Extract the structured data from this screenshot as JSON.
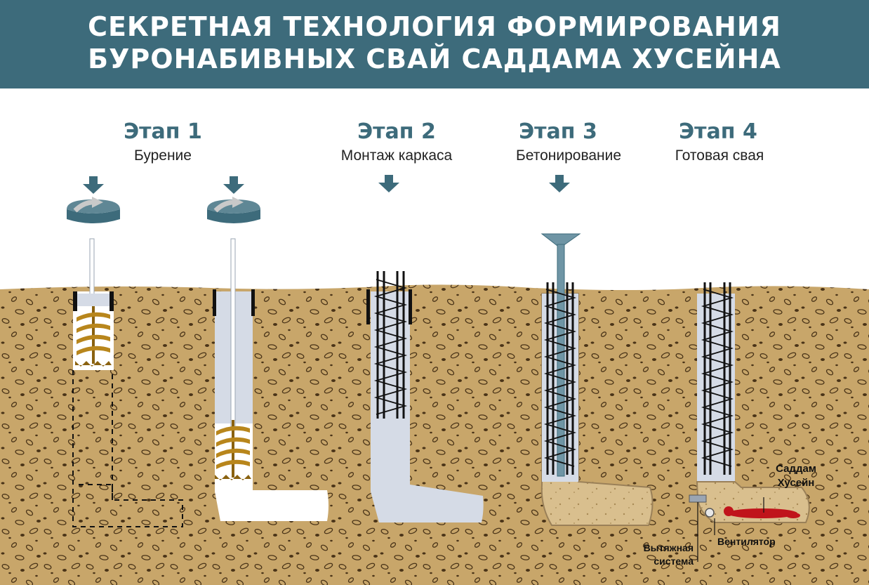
{
  "header": {
    "line1": "СЕКРЕТНАЯ ТЕХНОЛОГИЯ ФОРМИРОВАНИЯ",
    "line2": "БУРОНАБИВНЫХ СВАЙ САДДАМА ХУСЕЙНА"
  },
  "stages": [
    {
      "title": "Этап 1",
      "subtitle": "Бурение"
    },
    {
      "title": "Этап 2",
      "subtitle": "Монтаж каркаса"
    },
    {
      "title": "Этап 3",
      "subtitle": "Бетонирование"
    },
    {
      "title": "Этап 4",
      "subtitle": "Готовая свая"
    }
  ],
  "labels": {
    "saddam_line1": "Саддам",
    "saddam_line2": "Хусейн",
    "ventilator": "Вентилятор",
    "exhaust_line1": "Вытяжная",
    "exhaust_line2": "система"
  },
  "icons": [
    "rotation-arrow-icon",
    "down-arrow-icon",
    "funnel-icon",
    "auger-icon",
    "rebar-cage-icon"
  ],
  "colors": {
    "header": "#3d6b7b",
    "soil": "#c8a66a",
    "casing": "#d5dbe6",
    "concrete": "#d9bf8e",
    "body": "#c0141b"
  }
}
